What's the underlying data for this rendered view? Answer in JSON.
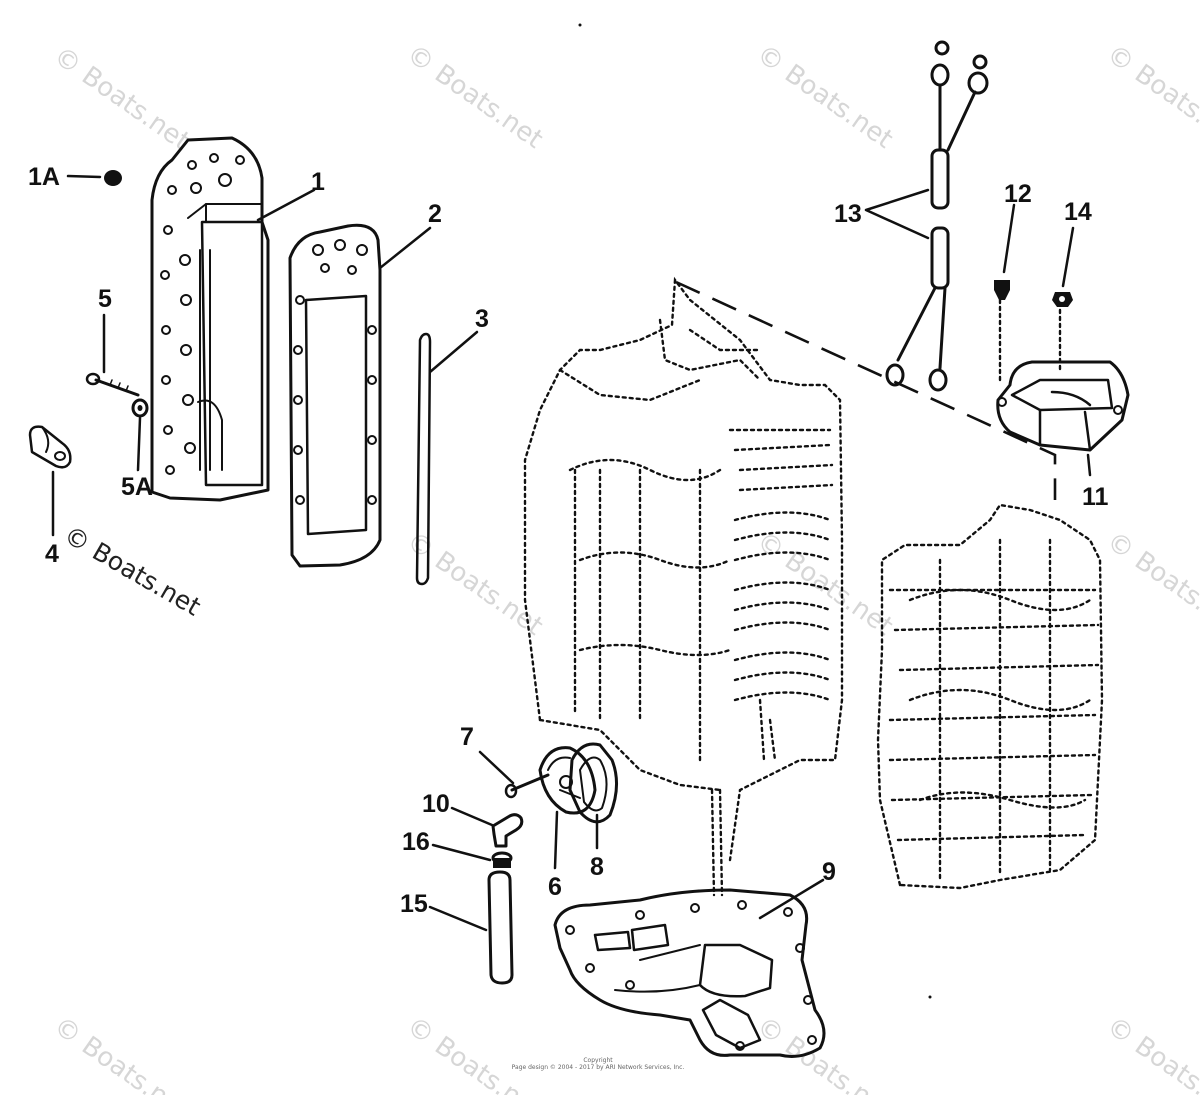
{
  "diagram": {
    "part_labels": [
      "1A",
      "1",
      "2",
      "3",
      "5",
      "5A",
      "4",
      "13",
      "12",
      "14",
      "11",
      "7",
      "10",
      "16",
      "6",
      "8",
      "15",
      "9"
    ],
    "watermark": "© Boats.net",
    "copyright_lines": [
      "Copyright",
      "Page design © 2004 - 2017 by ARI Network Services, Inc."
    ]
  }
}
